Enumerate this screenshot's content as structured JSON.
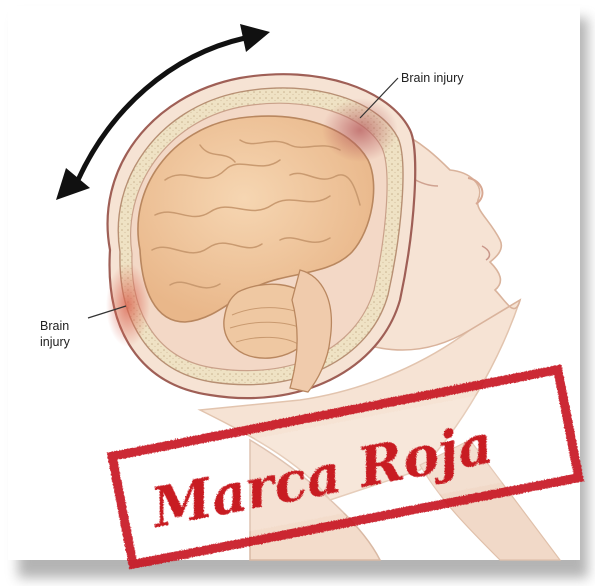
{
  "labels": {
    "top_injury": "Brain injury",
    "side_injury_line1": "Brain",
    "side_injury_line2": "injury"
  },
  "stamp": {
    "text": "Marca Roja",
    "color": "#c81a22"
  },
  "icons": {
    "motion_arrow": "double-headed-curved-arrow-icon"
  },
  "colors": {
    "skin": "#f6e3d4",
    "brain": "#f1c79c",
    "skull": "#eedfc0",
    "injury": "#c76a66",
    "outline": "#8c5a4a"
  }
}
